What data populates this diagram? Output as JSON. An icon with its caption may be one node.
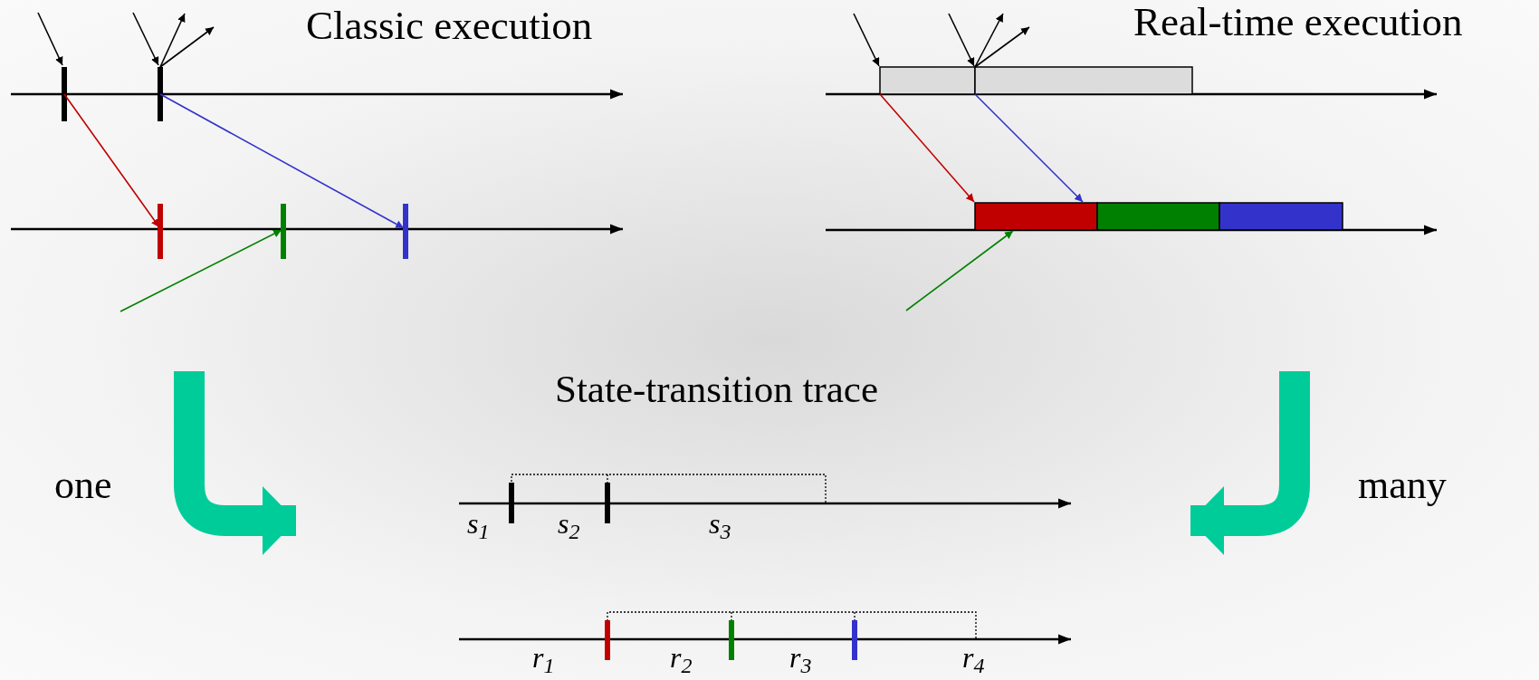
{
  "diagram": {
    "nodes": [
      {
        "text": [
          "Classic execution"
        ]
      },
      {
        "text": [
          "Real-time execution"
        ]
      },
      {
        "text": [
          "State-transition trace"
        ]
      }
    ],
    "edges": [
      {
        "from": 0,
        "to": 2,
        "arrow": "to",
        "color": "#00cc99"
      },
      {
        "from": 1,
        "to": 2,
        "arrow": "to",
        "color": "#00cc99"
      }
    ],
    "labels": [
      "one",
      "many",
      "s$_{1}$",
      "s$_{2}$",
      "s$_{3}$",
      "r$_{1}$",
      "r$_{2}$",
      "r$_{3}$",
      "r$_{4}$"
    ]
  }
}
